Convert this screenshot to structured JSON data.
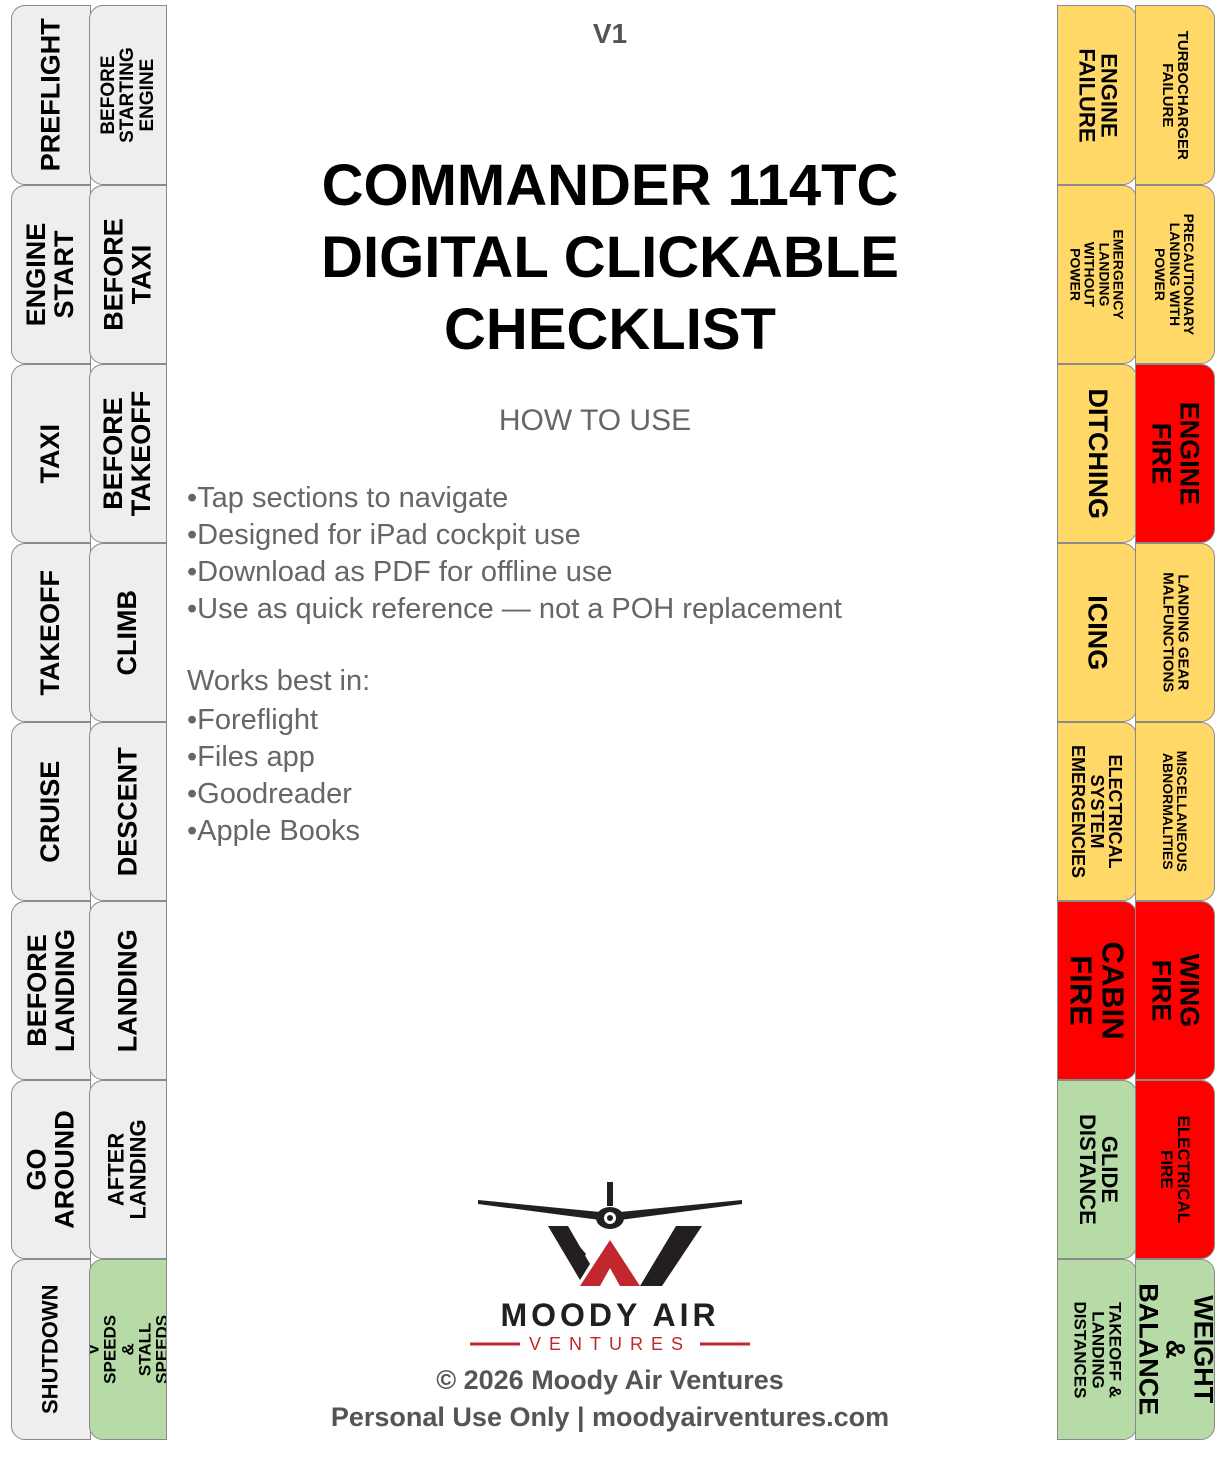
{
  "version": "V1",
  "title": {
    "line1": "COMMANDER 114TC",
    "line2": "DIGITAL CLICKABLE",
    "line3": "CHECKLIST"
  },
  "how_to_use": {
    "heading": "HOW TO USE",
    "items": [
      "Tap sections to navigate",
      "Designed for iPad cockpit use",
      "Download as PDF for offline use",
      "Use as quick reference — not a POH replacement"
    ]
  },
  "works_best": {
    "heading": "Works best in:",
    "items": [
      "Foreflight",
      "Files app",
      "Goodreader",
      "Apple Books"
    ]
  },
  "logo": {
    "line1": "MOODY AIR",
    "line2": "VENTURES",
    "colors": {
      "dark": "#231f20",
      "red": "#c1272d"
    }
  },
  "footer": {
    "copyright": "© 2026 Moody Air Ventures",
    "personal": "Personal Use Only | moodyairventures.com"
  },
  "left_tabs": {
    "outer": [
      "PREFLIGHT",
      "ENGINE\nSTART",
      "TAXI",
      "TAKEOFF",
      "CRUISE",
      "BEFORE\nLANDING",
      "GO\nAROUND",
      "SHUTDOWN"
    ],
    "inner": [
      "BEFORE\nSTARTING\nENGINE",
      "BEFORE\nTAXI",
      "BEFORE\nTAKEOFF",
      "CLIMB",
      "DESCENT",
      "LANDING",
      "AFTER\nLANDING",
      "V SPEEDS &\nSTALL SPEEDS"
    ]
  },
  "right_tabs": {
    "inner": [
      "ENGINE\nFAILURE",
      "EMERGENCY\nLANDING WITHOUT\nPOWER",
      "DITCHING",
      "ICING",
      "ELECTRICAL\nSYSTEM\nEMERGENCIES",
      "CABIN\nFIRE",
      "GLIDE\nDISTANCE",
      "TAKEOFF &\nLANDING\nDISTANCES"
    ],
    "outer": [
      "TURBOCHARGER\nFAILURE",
      "PRECAUTIONARY\nLANDING WITH\nPOWER",
      "ENGINE\nFIRE",
      "LANDING GEAR\nMALFUNCTIONS",
      "MISCELLANEOUS\nABNORMALITIES",
      "WING FIRE",
      "ELECTRICAL\nFIRE",
      "WEIGHT &\nBALANCE"
    ]
  },
  "colors": {
    "gray_tab": "#eeeeee",
    "caution": "#ffd868",
    "fire": "#ff0000",
    "green": "#b7dba6"
  }
}
